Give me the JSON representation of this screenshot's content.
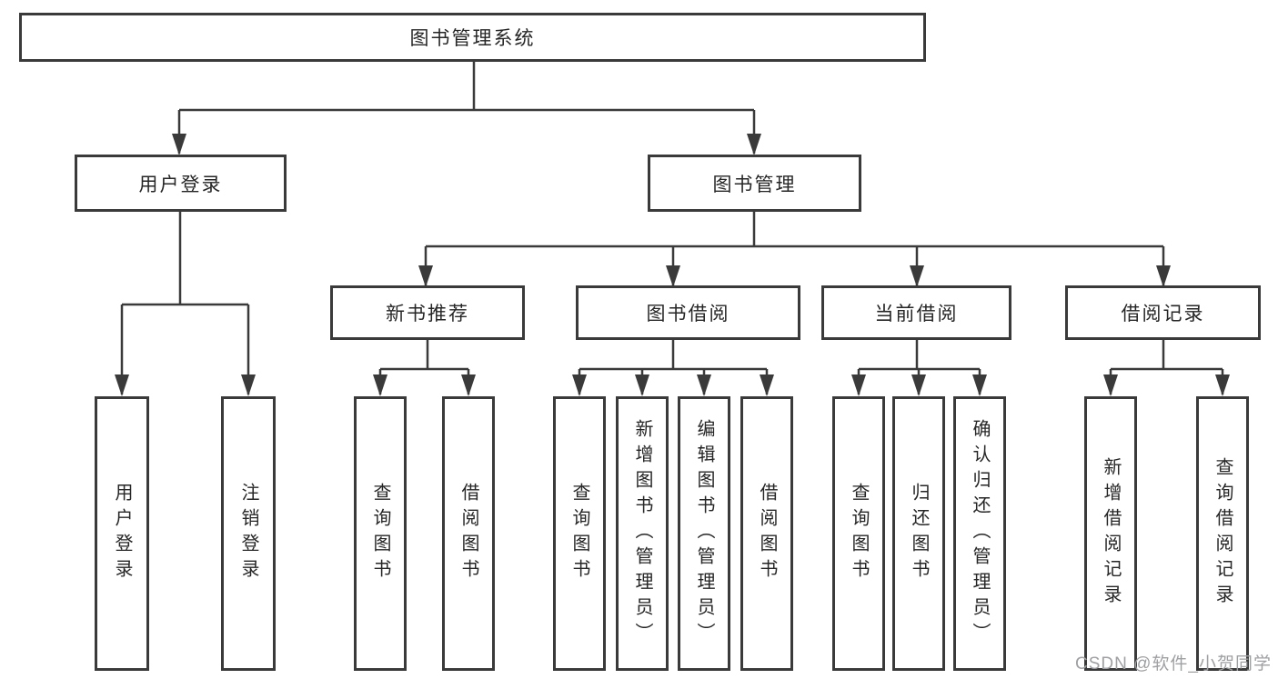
{
  "tree": {
    "root": {
      "label": "图书管理系统"
    },
    "children": [
      {
        "label": "用户登录",
        "children": [
          {
            "label": "用户登录"
          },
          {
            "label": "注销登录"
          }
        ]
      },
      {
        "label": "图书管理",
        "children": [
          {
            "label": "新书推荐",
            "children": [
              {
                "label": "查询图书"
              },
              {
                "label": "借阅图书"
              }
            ]
          },
          {
            "label": "图书借阅",
            "children": [
              {
                "label": "查询图书"
              },
              {
                "label": "新增图书（管理员）"
              },
              {
                "label": "编辑图书（管理员）"
              },
              {
                "label": "借阅图书"
              }
            ]
          },
          {
            "label": "当前借阅",
            "children": [
              {
                "label": "查询图书"
              },
              {
                "label": "归还图书"
              },
              {
                "label": "确认归还（管理员）"
              }
            ]
          },
          {
            "label": "借阅记录",
            "children": [
              {
                "label": "新增借阅记录"
              },
              {
                "label": "查询借阅记录"
              }
            ]
          }
        ]
      }
    ]
  },
  "watermark": {
    "text": "CSDN @软件_小贺同学"
  },
  "colors": {
    "line": "#3a3a3a",
    "box_border": "#3a3a3a",
    "text": "#262626",
    "watermark_text": "#9fa0a3",
    "background": "#ffffff"
  }
}
